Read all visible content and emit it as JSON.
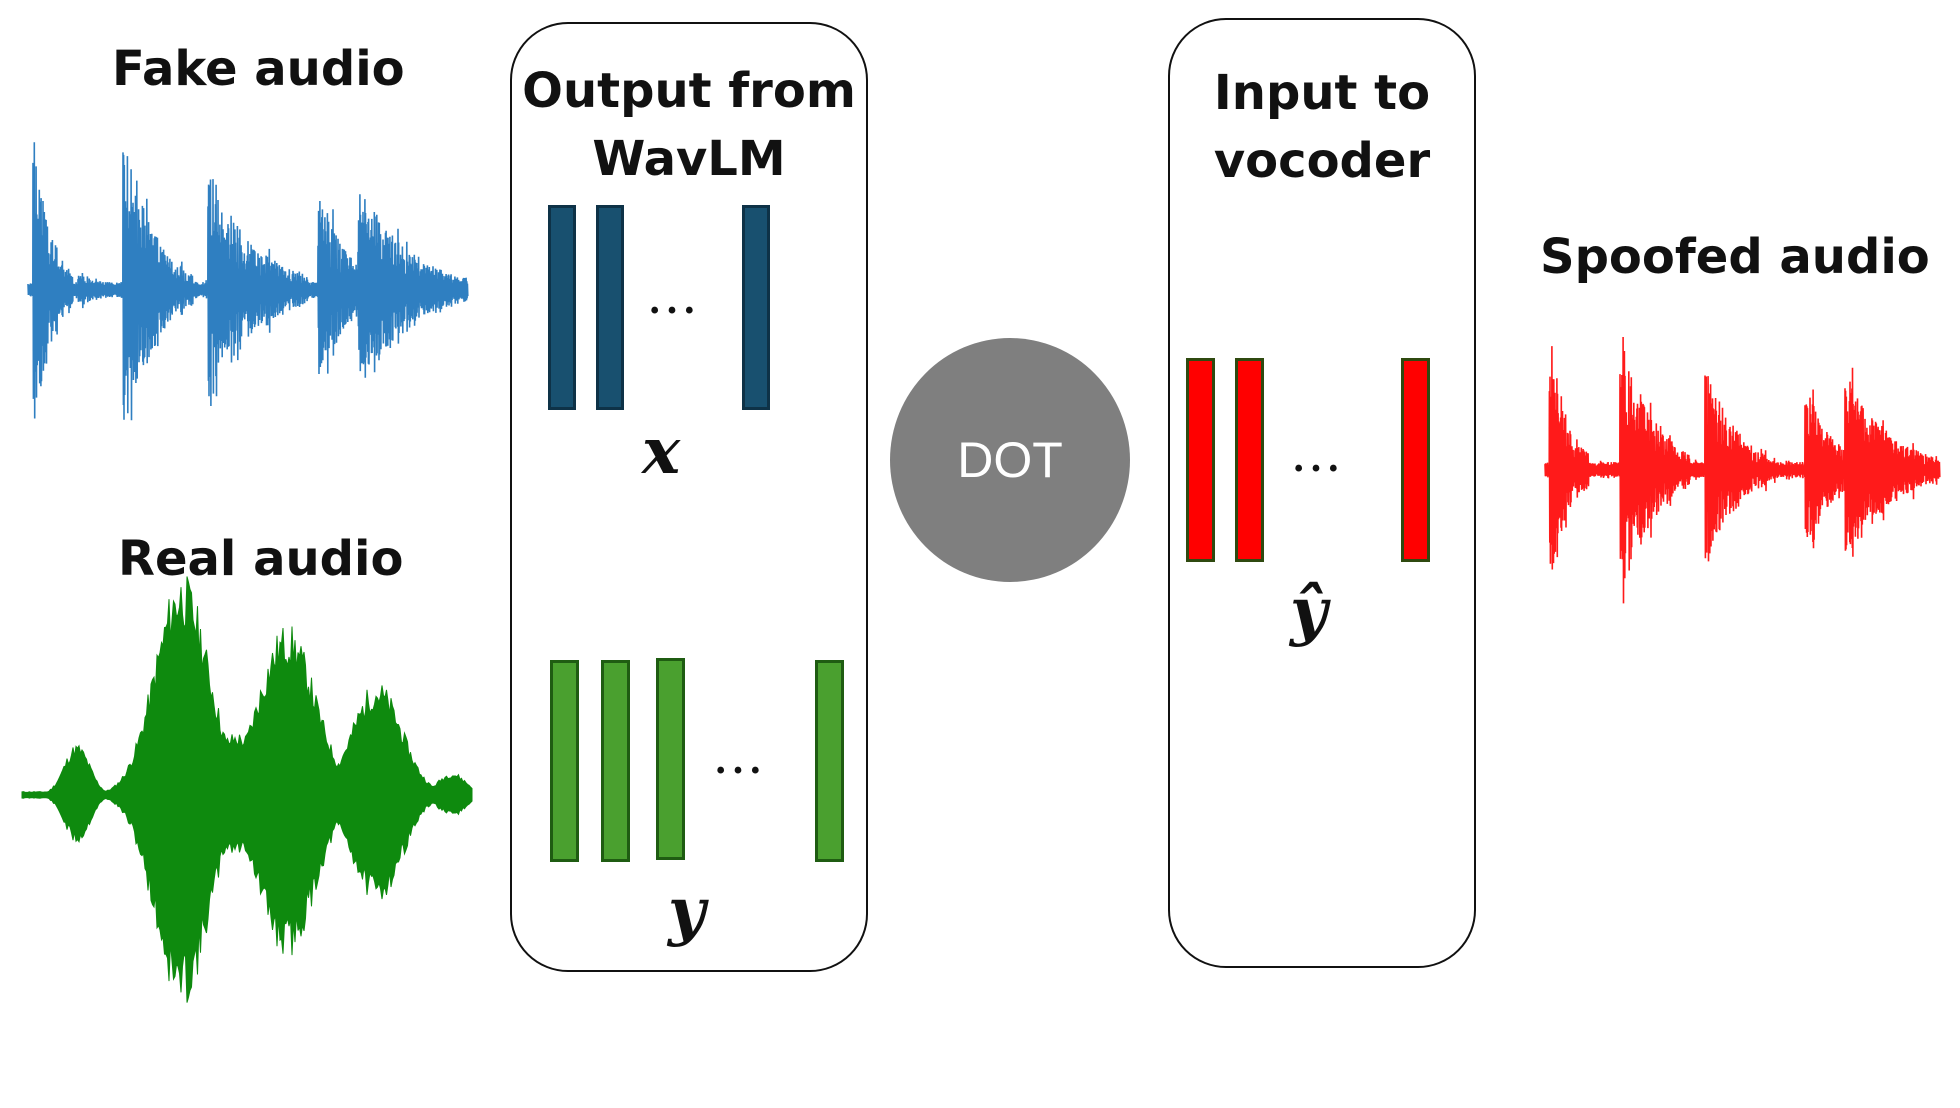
{
  "labels": {
    "fake_audio": "Fake audio",
    "real_audio": "Real audio",
    "spoofed_audio": "Spoofed audio"
  },
  "panels": {
    "wavlm_title_line1": "Output from",
    "wavlm_title_line2": "WavLM",
    "vocoder_title_line1": "Input to",
    "vocoder_title_line2": "vocoder"
  },
  "variables": {
    "x": "x",
    "y": "y",
    "y_hat": "ŷ"
  },
  "ellipsis": "…",
  "operator": "DOT",
  "colors": {
    "fake": "#2f7fc1",
    "real": "#0e8a0e",
    "spoofed": "#ff1a1a",
    "wavlm_x_bar": "#18506f",
    "wavlm_y_bar": "#4aa02f",
    "vocoder_bar": "#ff0000",
    "dot_circle": "#7f7f7f"
  }
}
